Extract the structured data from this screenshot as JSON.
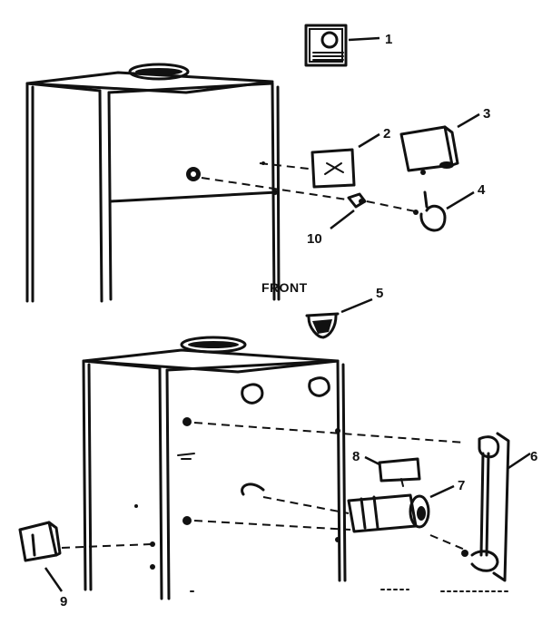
{
  "callouts": [
    {
      "id": "1",
      "text": "1"
    },
    {
      "id": "2",
      "text": "2"
    },
    {
      "id": "3",
      "text": "3"
    },
    {
      "id": "4",
      "text": "4"
    },
    {
      "id": "5",
      "text": "5"
    },
    {
      "id": "6",
      "text": "6"
    },
    {
      "id": "7",
      "text": "7"
    },
    {
      "id": "8",
      "text": "8"
    },
    {
      "id": "9",
      "text": "9"
    },
    {
      "id": "10",
      "text": "10"
    }
  ],
  "front_label": "FRONT"
}
